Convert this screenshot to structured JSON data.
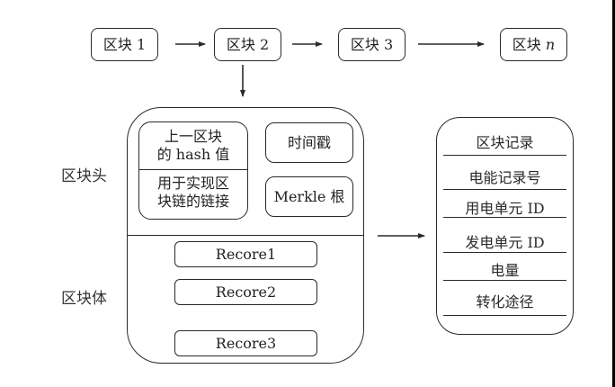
{
  "chain": {
    "blocks": [
      {
        "prefix": "区块",
        "suffix": "1"
      },
      {
        "prefix": "区块",
        "suffix": "2"
      },
      {
        "prefix": "区块",
        "suffix": "3"
      },
      {
        "prefix": "区块",
        "suffix": "n"
      }
    ]
  },
  "structure": {
    "header_label": "区块头",
    "body_label": "区块体",
    "prev_hash": {
      "line1": "上一区块",
      "line2": "的 hash 值"
    },
    "chain_link": {
      "line1": "用于实现区",
      "line2": "块链的链接"
    },
    "timestamp": "时间戳",
    "merkle_root": "Merkle 根",
    "records": [
      "Recore1",
      "Recore2",
      "Recore3"
    ]
  },
  "block_record": {
    "title": "区块记录",
    "fields": [
      "电能记录号",
      "用电单元 ID",
      "发电单元 ID",
      "电量",
      "转化途径",
      ""
    ]
  }
}
